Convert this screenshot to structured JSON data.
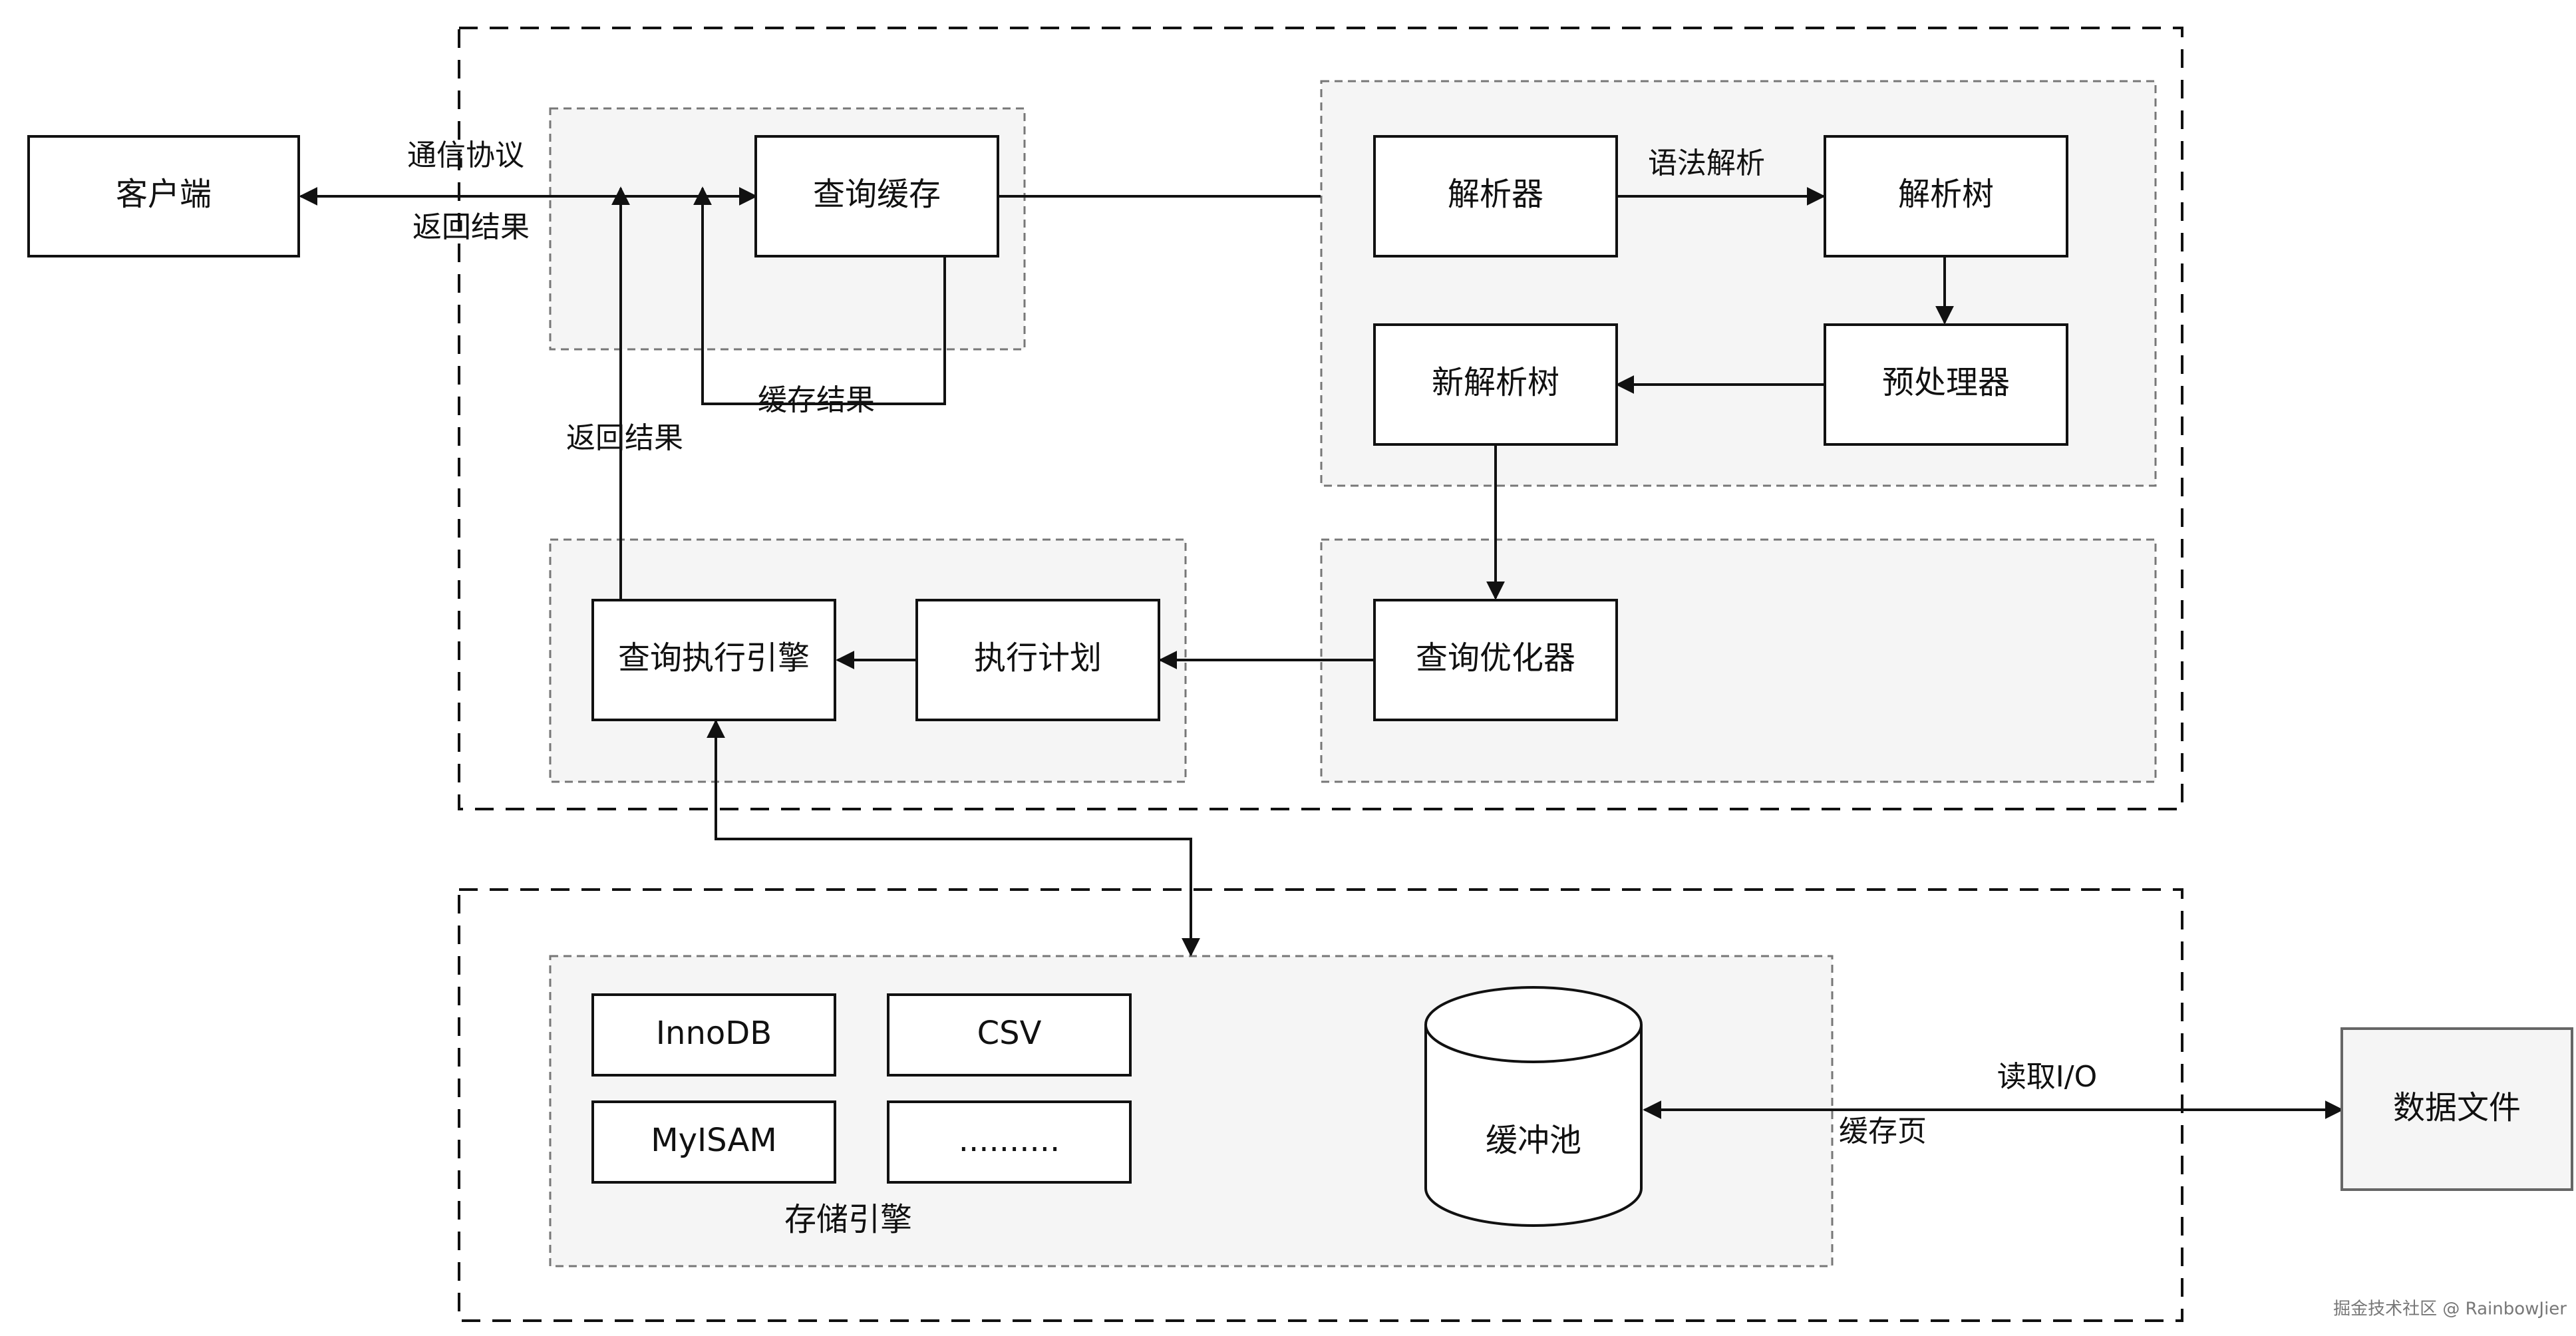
{
  "nodes": {
    "client": "客户端",
    "query_cache": "查询缓存",
    "parser": "解析器",
    "parse_tree": "解析树",
    "new_parse_tree": "新解析树",
    "preprocessor": "预处理器",
    "optimizer": "查询优化器",
    "execution_plan": "执行计划",
    "execution_engine": "查询执行引擎",
    "innodb": "InnoDB",
    "csv": "CSV",
    "myisam": "MyISAM",
    "more": "..........",
    "buffer_pool": "缓冲池",
    "data_file": "数据文件"
  },
  "groups": {
    "storage_engine": "存储引擎"
  },
  "edges": {
    "protocol": "通信协议",
    "return_result_top": "返回结果",
    "cache_result": "缓存结果",
    "return_result_left": "返回结果",
    "syntax_parse": "语法解析",
    "read_io": "读取I/O",
    "cache_page": "缓存页"
  },
  "watermark": "掘金技术社区 @ RainbowJier",
  "colors": {
    "box_fill": "#ffffff",
    "group_fill": "#f5f5f5",
    "line": "#111111",
    "group_border": "#777777"
  }
}
